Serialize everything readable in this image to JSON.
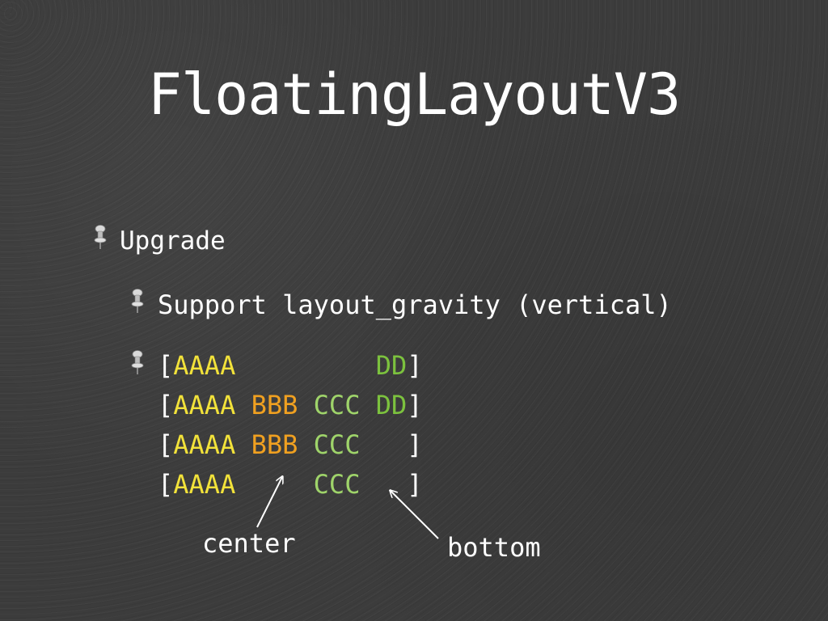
{
  "slide": {
    "title": "FloatingLayoutV3",
    "bullet_level1": "Upgrade",
    "bullet_level2": "Support layout_gravity (vertical)",
    "code_lines": [
      [
        {
          "text": "[",
          "color": "#ffffff"
        },
        {
          "text": "AAAA",
          "color": "#f2e23a"
        },
        {
          "text": "         ",
          "color": "#ffffff"
        },
        {
          "text": "DD",
          "color": "#7cc23e"
        },
        {
          "text": "]",
          "color": "#ffffff"
        }
      ],
      [
        {
          "text": "[",
          "color": "#ffffff"
        },
        {
          "text": "AAAA",
          "color": "#f2e23a"
        },
        {
          "text": " ",
          "color": "#ffffff"
        },
        {
          "text": "BBB",
          "color": "#f0a020"
        },
        {
          "text": " ",
          "color": "#ffffff"
        },
        {
          "text": "CCC",
          "color": "#9fd46a"
        },
        {
          "text": " ",
          "color": "#ffffff"
        },
        {
          "text": "DD",
          "color": "#7cc23e"
        },
        {
          "text": "]",
          "color": "#ffffff"
        }
      ],
      [
        {
          "text": "[",
          "color": "#ffffff"
        },
        {
          "text": "AAAA",
          "color": "#f2e23a"
        },
        {
          "text": " ",
          "color": "#ffffff"
        },
        {
          "text": "BBB",
          "color": "#f0a020"
        },
        {
          "text": " ",
          "color": "#ffffff"
        },
        {
          "text": "CCC",
          "color": "#9fd46a"
        },
        {
          "text": "   ",
          "color": "#ffffff"
        },
        {
          "text": "]",
          "color": "#ffffff"
        }
      ],
      [
        {
          "text": "[",
          "color": "#ffffff"
        },
        {
          "text": "AAAA",
          "color": "#f2e23a"
        },
        {
          "text": "     ",
          "color": "#ffffff"
        },
        {
          "text": "CCC",
          "color": "#9fd46a"
        },
        {
          "text": "   ",
          "color": "#ffffff"
        },
        {
          "text": "]",
          "color": "#ffffff"
        }
      ]
    ],
    "annotations": {
      "center": "center",
      "bottom": "bottom"
    }
  },
  "icons": {
    "bullet_icon": "pushpin-icon"
  },
  "colors": {
    "background": "#3c3c3c",
    "text": "#ffffff",
    "aaaa": "#f2e23a",
    "bbb": "#f0a020",
    "ccc": "#9fd46a",
    "dd": "#7cc23e"
  }
}
